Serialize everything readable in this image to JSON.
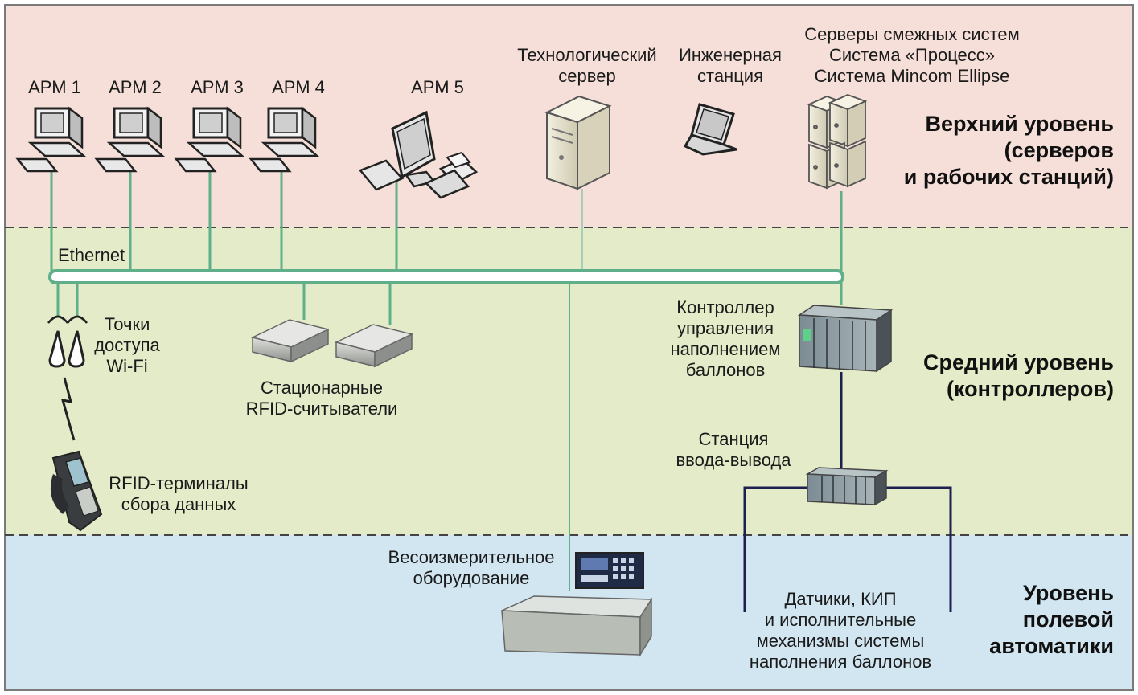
{
  "levels": {
    "upper": [
      "Верхний уровень",
      "(серверов",
      "и рабочих станций)"
    ],
    "middle": [
      "Средний уровень",
      "(контроллеров)"
    ],
    "field": [
      "Уровень",
      "полевой",
      "автоматики"
    ]
  },
  "workstations": [
    "АРМ 1",
    "АРМ 2",
    "АРМ 3",
    "АРМ 4",
    "АРМ 5"
  ],
  "tech_server": [
    "Технологический",
    "сервер"
  ],
  "eng_station": [
    "Инженерная",
    "станция"
  ],
  "adjacent_servers": [
    "Серверы смежных систем",
    "Система «Процесс»",
    "Система Mincom Ellipse"
  ],
  "ethernet": "Ethernet",
  "wifi_points": [
    "Точки",
    "доступа",
    "Wi-Fi"
  ],
  "rfid_readers": [
    "Стационарные",
    "RFID-считыватели"
  ],
  "rfid_terminals": [
    "RFID-терминалы",
    "сбора данных"
  ],
  "controller": [
    "Контроллер",
    "управления",
    "наполнением",
    "баллонов"
  ],
  "io_station": [
    "Станция",
    "ввода-вывода"
  ],
  "weighing": [
    "Весоизмерительное",
    "оборудование"
  ],
  "sensors": [
    "Датчики, КИП",
    "и исполнительные",
    "механизмы системы",
    "наполнения баллонов"
  ],
  "colors": {
    "upper_bg": "#f5dfd8",
    "middle_bg": "#e3ebc8",
    "field_bg": "#d2e6f2",
    "ethernet_line": "#5fb08a",
    "field_line": "#1c2050"
  }
}
